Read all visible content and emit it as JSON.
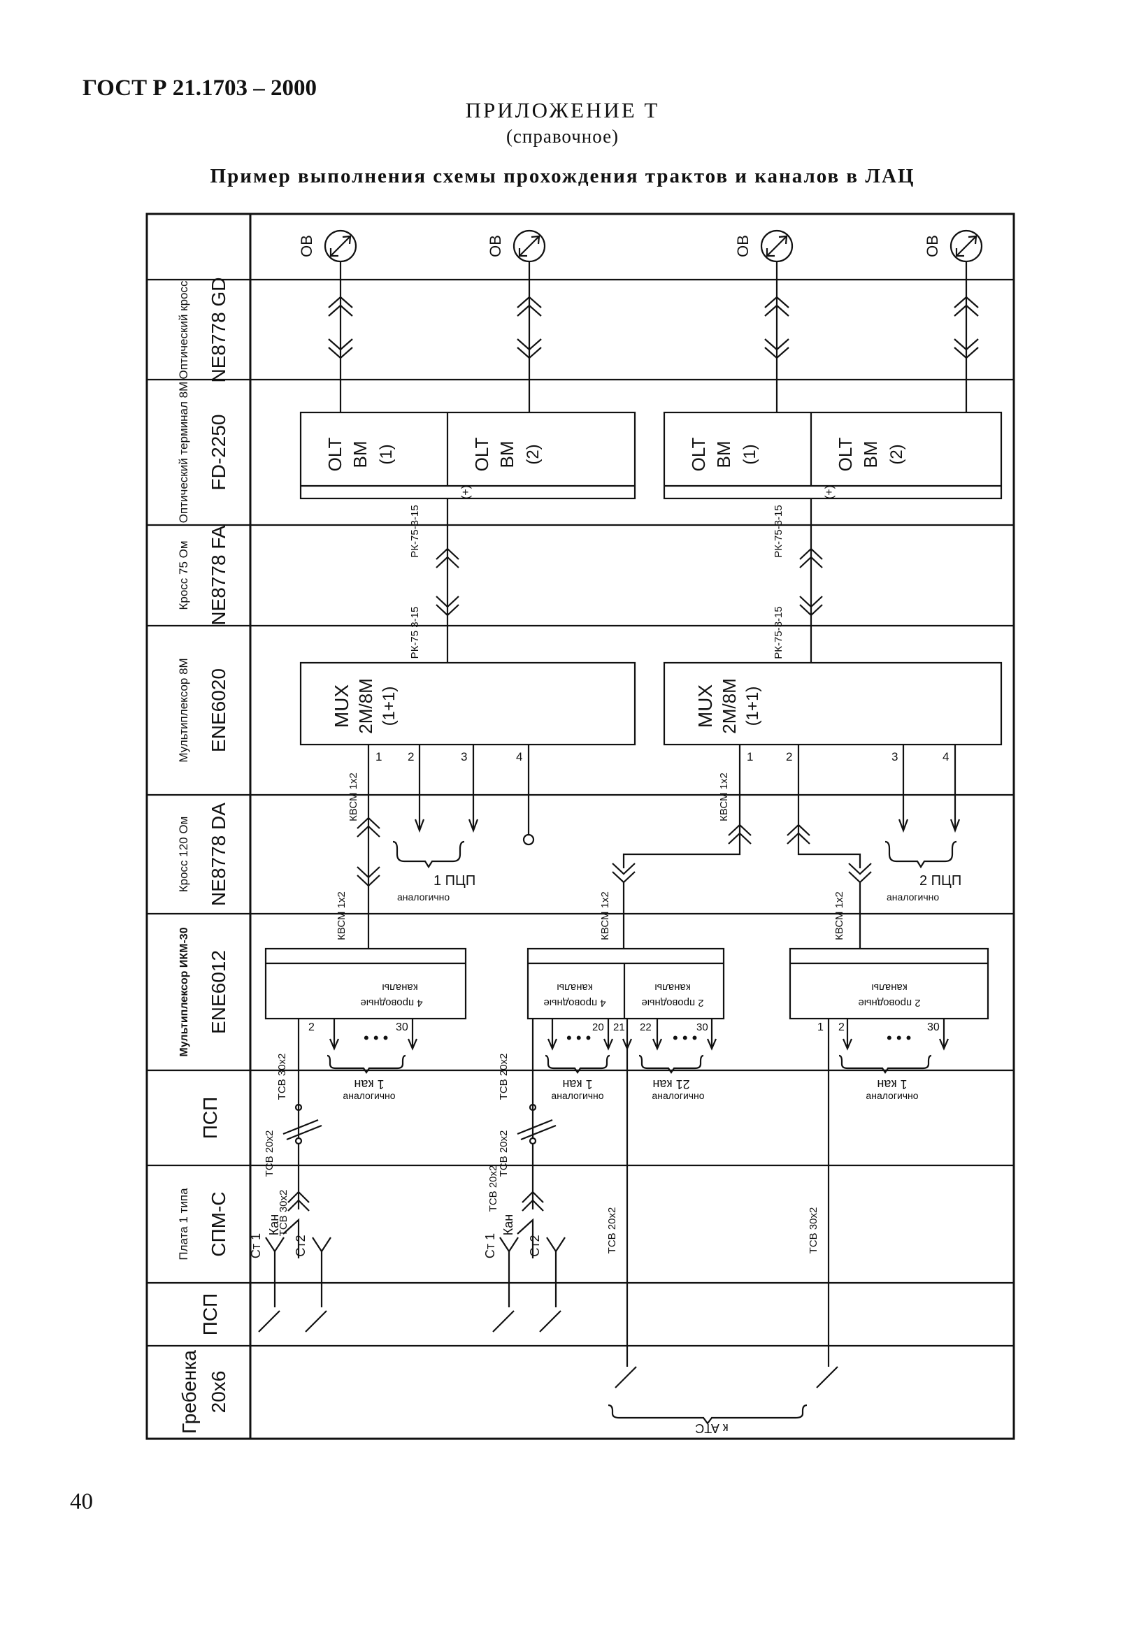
{
  "header": {
    "doc_code": "ГОСТ Р 21.1703 – 2000",
    "appendix": "ПРИЛОЖЕНИЕ Т",
    "appendix_note": "(справочное)",
    "figure_title": "Пример выполнения схемы прохождения трактов и каналов в ЛАЦ"
  },
  "rows": [
    {
      "label": ""
    },
    {
      "label": "Оптический кросс",
      "model": "NE8778 GD"
    },
    {
      "label": "Оптический терминал 8М",
      "model": "FD-2250"
    },
    {
      "label": "Кросс 75 Ом",
      "model": "NE8778 FA"
    },
    {
      "label": "Мультиплексор 8М",
      "model": "ENE6020"
    },
    {
      "label": "Кросс 120 Ом",
      "model": "NE8778 DA"
    },
    {
      "label": "Мультиплексор ИКМ-30",
      "model": "ENE6012"
    },
    {
      "label": "",
      "model": "ПСП"
    },
    {
      "label": "Плата 1 типа",
      "model": "СПМ-С"
    },
    {
      "label": "",
      "model": "ПСП"
    },
    {
      "label": "Гребенка",
      "model": "20х6"
    }
  ],
  "labels": {
    "ov": "ОВ",
    "olt": "OLT",
    "bm": "BM",
    "olt_1": "(1)",
    "olt_2": "(2)",
    "plus1": "(+)",
    "rk_top": "РК-75-3-15",
    "rk_mid": "РК-75-3-15",
    "rk_mid2": "РК-75 3-15",
    "mux": "MUX",
    "mux_rate": "2M/8M",
    "mux_prot": "(1+1)",
    "kvsm": "КВСМ 1х2",
    "t_1": "1",
    "t_2": "2",
    "t_3": "3",
    "t_4": "4",
    "t_20": "20",
    "t_21": "21",
    "t_22": "22",
    "t_30": "30",
    "dots": "• • •",
    "one_pcp": "1 ПЦП",
    "two_pcp": "2 ПЦП",
    "analog": "аналогично",
    "one_kan": "1 кан",
    "k21_kan": "21 кан",
    "chan4": "4 проводные",
    "chan2": "2 проводные",
    "channels": "каналы",
    "tsv30": "ТСВ 30х2",
    "tsv20": "ТСВ 20х2",
    "kan": "Кан",
    "st1": "Ст 1",
    "st2": "Ст2",
    "to_ats": "к АТС"
  },
  "page": {
    "number": "40"
  }
}
